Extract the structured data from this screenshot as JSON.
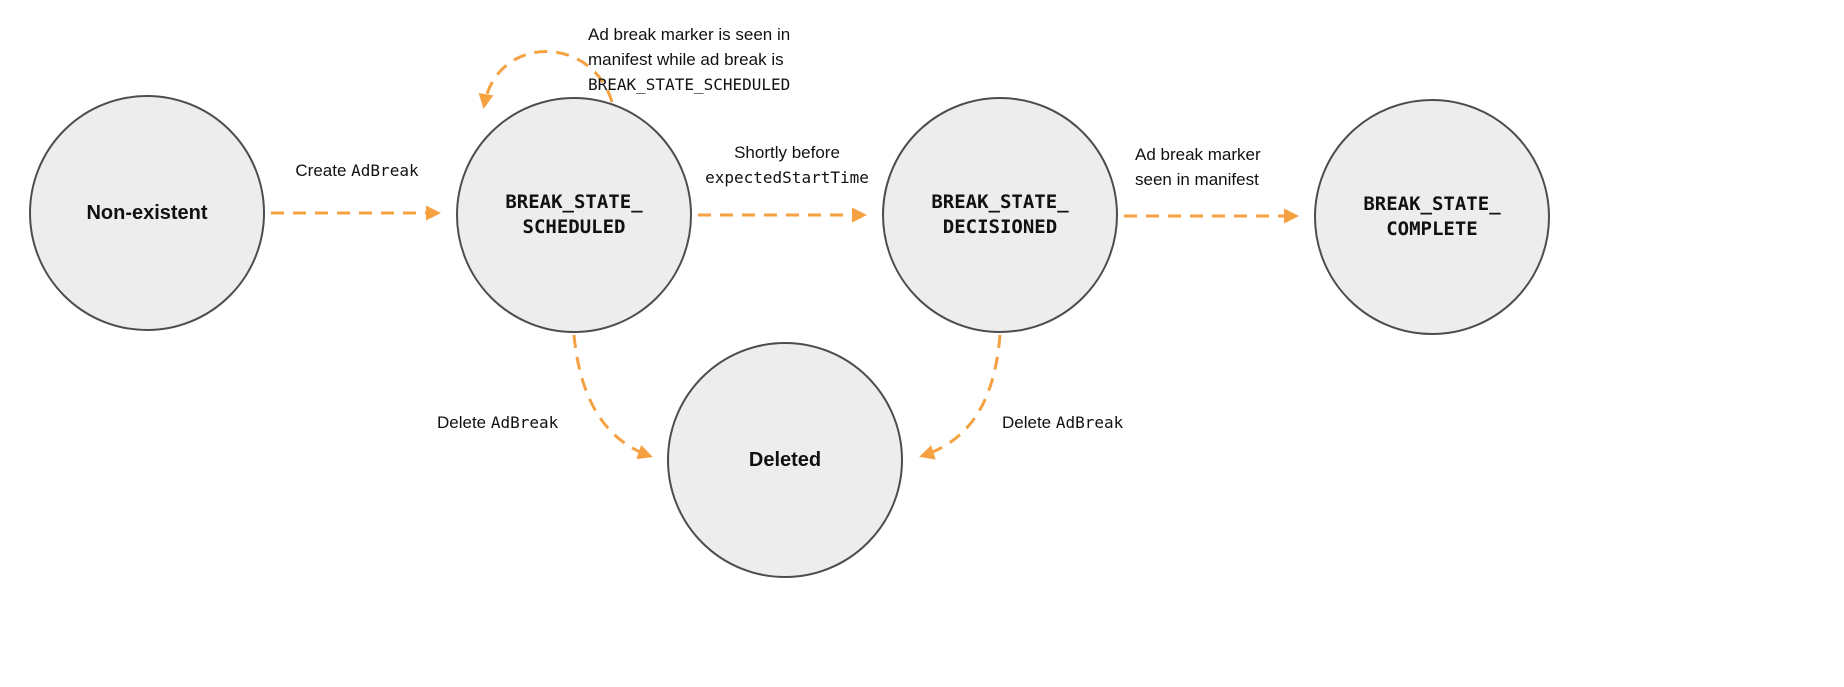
{
  "colors": {
    "arrow": "#F5A142",
    "node_fill": "#EDEDED",
    "node_border": "#4D4D4D",
    "text": "#111111"
  },
  "nodes": {
    "non_existent": {
      "label": "Non-existent"
    },
    "scheduled": {
      "label": "BREAK_STATE_\nSCHEDULED"
    },
    "decisioned": {
      "label": "BREAK_STATE_\nDECISIONED"
    },
    "complete": {
      "label": "BREAK_STATE_\nCOMPLETE"
    },
    "deleted": {
      "label": "Deleted"
    }
  },
  "edges": {
    "create": {
      "prefix": "Create ",
      "code": "AdBreak"
    },
    "self_loop": {
      "line1": "Ad break marker is seen in",
      "line2": "manifest while ad break is",
      "code": "BREAK_STATE_SCHEDULED"
    },
    "decision": {
      "line1": "Shortly before",
      "code": "expectedStartTime"
    },
    "complete": {
      "line1": "Ad break marker",
      "line2": "seen in manifest"
    },
    "delete_from_scheduled": {
      "prefix": "Delete ",
      "code": "AdBreak"
    },
    "delete_from_decisioned": {
      "prefix": "Delete ",
      "code": "AdBreak"
    }
  }
}
